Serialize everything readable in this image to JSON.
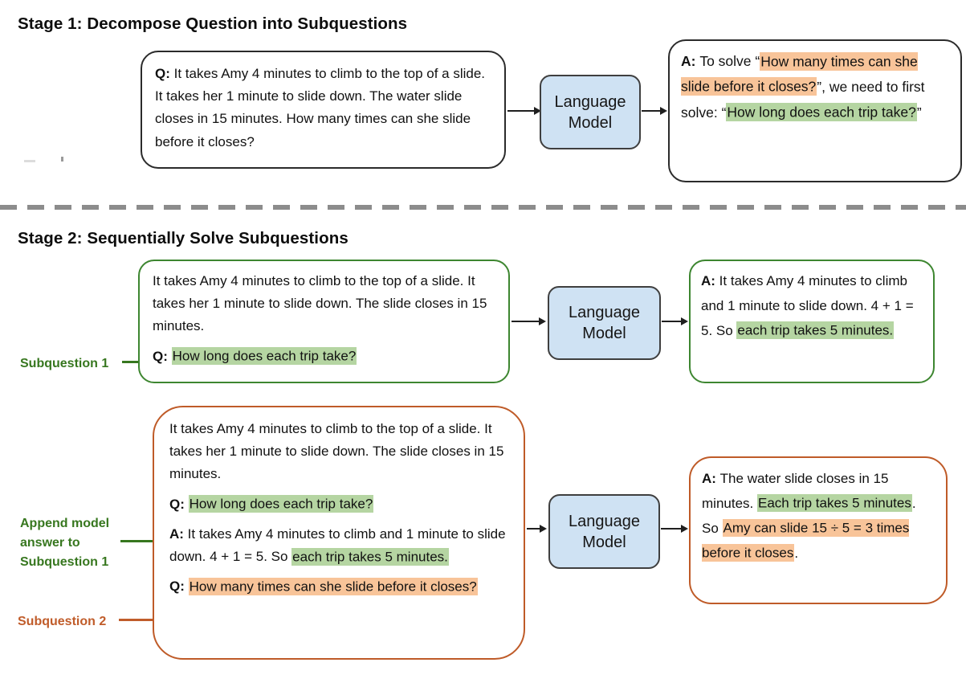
{
  "colors": {
    "highlight_green": "#b5d5a2",
    "highlight_orange": "#f8c499",
    "green_border": "#3d8630",
    "green_label_text": "#37771f",
    "orange_border": "#bf5b28",
    "orange_label_text": "#c05c2a",
    "language_model_fill": "#cfe2f3",
    "language_model_border": "#3f3f3f",
    "stage1_box_border": "#2b2b2b",
    "divider_gray": "#8c8c8c",
    "arrow_color": "#1f1f1f"
  },
  "shared": {
    "lm_label": "Language Model"
  },
  "stage1": {
    "title": "Stage 1: Decompose Question into Subquestions",
    "q_box": {
      "p1": [
        {
          "t": "Q: ",
          "s": "b"
        },
        {
          "t": "It takes Amy 4 minutes to climb to the top of a slide. It takes her 1 minute to slide down. The water slide closes in 15 minutes. How many times can she slide before it closes?"
        }
      ]
    },
    "a_box": {
      "p1": [
        {
          "t": "A: ",
          "s": "b"
        },
        {
          "t": "To solve “"
        },
        {
          "t": "How many times can she slide before it closes?",
          "s": "o"
        },
        {
          "t": "”, we need to first solve: “"
        },
        {
          "t": "How long does each trip take?",
          "s": "g"
        },
        {
          "t": "”"
        }
      ]
    }
  },
  "stage2": {
    "title": "Stage 2: Sequentially Solve Subquestions",
    "labels": {
      "subquestion1": "Subquestion 1",
      "append": "Append model answer to Subquestion 1",
      "subquestion2": "Subquestion 2"
    },
    "row1": {
      "q_box": {
        "p1": [
          {
            "t": "It takes Amy 4 minutes to climb to the top of a slide. It takes her 1 minute to slide down. The slide closes in 15 minutes."
          }
        ],
        "p2": [
          {
            "t": "Q: ",
            "s": "b"
          },
          {
            "t": "How long does each trip take?",
            "s": "g"
          }
        ]
      },
      "a_box": {
        "p1": [
          {
            "t": "A: ",
            "s": "b"
          },
          {
            "t": "It takes Amy 4 minutes to climb and 1 minute to slide down. 4 + 1 = 5. So "
          },
          {
            "t": "each trip takes 5 minutes.",
            "s": "g"
          }
        ]
      }
    },
    "row2": {
      "q_box": {
        "p1": [
          {
            "t": "It takes Amy 4 minutes to climb to the top of a slide. It takes her 1 minute to slide down. The slide closes in 15 minutes."
          }
        ],
        "p2": [
          {
            "t": "Q: ",
            "s": "b"
          },
          {
            "t": "How long does each trip take?",
            "s": "g"
          }
        ],
        "p3": [
          {
            "t": "A: ",
            "s": "b"
          },
          {
            "t": "It takes Amy 4 minutes to climb and 1 minute to slide down. 4 + 1 = 5. So "
          },
          {
            "t": "each trip takes 5 minutes.",
            "s": "g"
          }
        ],
        "p4": [
          {
            "t": "Q: ",
            "s": "b"
          },
          {
            "t": "How many times can she slide before it closes?",
            "s": "o"
          }
        ]
      },
      "a_box": {
        "p1": [
          {
            "t": "A: ",
            "s": "b"
          },
          {
            "t": "The water slide closes in 15 minutes. "
          },
          {
            "t": "Each trip takes 5 minutes",
            "s": "g"
          },
          {
            "t": ". So "
          },
          {
            "t": "Amy can slide 15 ÷ 5 = 3 times before it closes",
            "s": "o"
          },
          {
            "t": "."
          }
        ]
      }
    }
  }
}
